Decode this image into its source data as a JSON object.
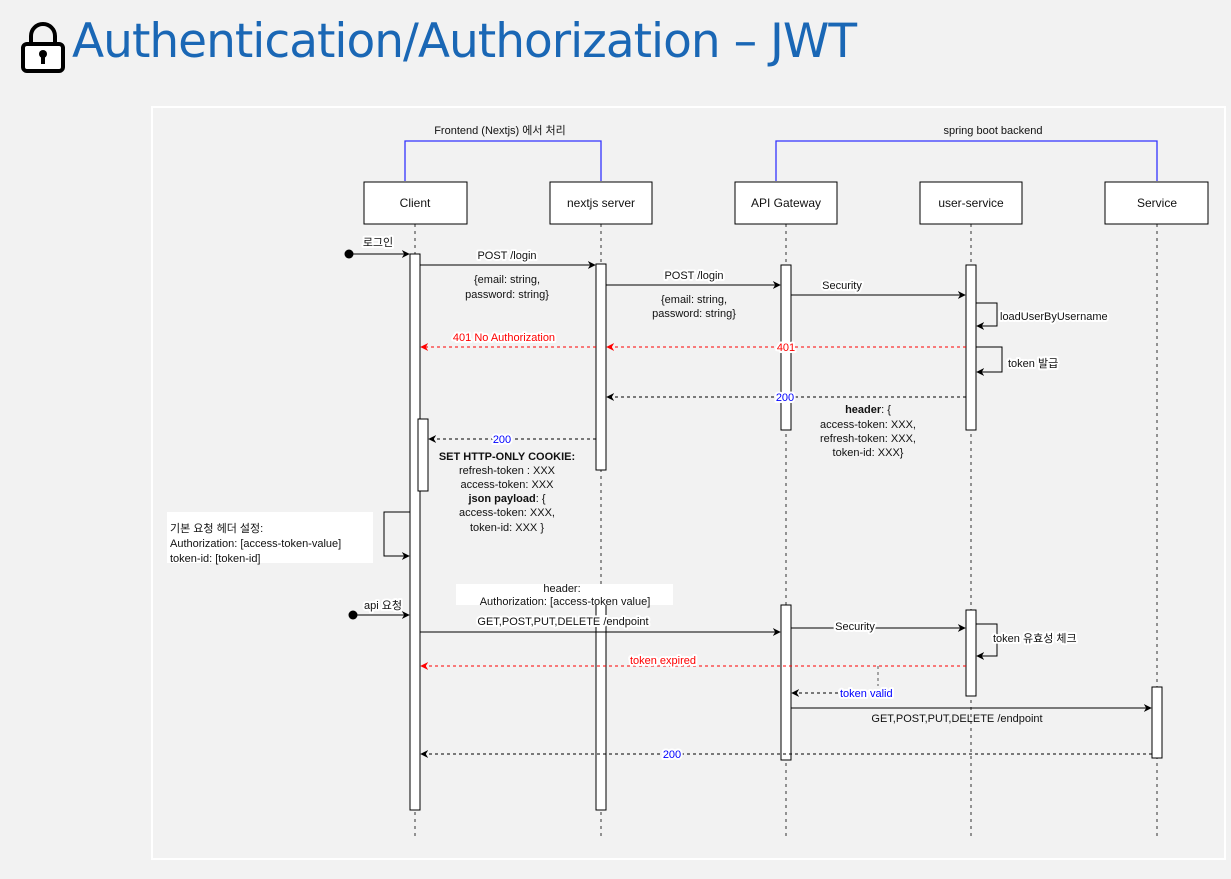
{
  "title": "Authentication/Authorization – JWT",
  "title_icon": "lock-icon",
  "colors": {
    "title": "#1a67b5",
    "group_bracket": "#3333ff",
    "error": "#ff0000",
    "status": "#0000ff"
  },
  "groups": [
    {
      "label": "Frontend (Nextjs) 에서 처리"
    },
    {
      "label": "spring boot backend"
    }
  ],
  "participants": [
    "Client",
    "nextjs server",
    "API Gateway",
    "user-service",
    "Service"
  ],
  "login": {
    "start_label": "로그인",
    "post1": "POST /login",
    "post1_body": [
      "{email: string,",
      "password: string}"
    ],
    "post2": "POST /login",
    "post2_body": [
      "{email: string,",
      "password: string}"
    ],
    "security": "Security",
    "load_user": "loadUserByUsername",
    "resp_401": "401",
    "resp_401_client": "401 No Authorization",
    "token_issue": "token 발급",
    "resp_200": "200",
    "header_lines": [
      "header",
      ": {",
      "access-token: XXX,",
      "refresh-token: XXX,",
      "token-id: XXX}"
    ],
    "resp_200_client": "200",
    "cookie_lines": [
      "SET HTTP-ONLY COOKIE:",
      "refresh-token : XXX",
      "access-token: XXX",
      "json payload",
      ": {",
      "access-token: XXX,",
      "token-id: XXX }"
    ]
  },
  "setup_note": [
    "기본 요청 헤더 설정:",
    "Authorization:  [access-token-value]",
    "token-id: [token-id]"
  ],
  "api": {
    "start_label": "api 요청",
    "header_note": [
      "header:",
      "Authorization: [access-token value]"
    ],
    "request": "GET,POST,PUT,DELETE /endpoint",
    "security": "Security",
    "token_check": "token 유효성 체크",
    "token_expired": "token expired",
    "token_valid": "token valid",
    "forward": "GET,POST,PUT,DELETE /endpoint",
    "resp_200": "200"
  }
}
